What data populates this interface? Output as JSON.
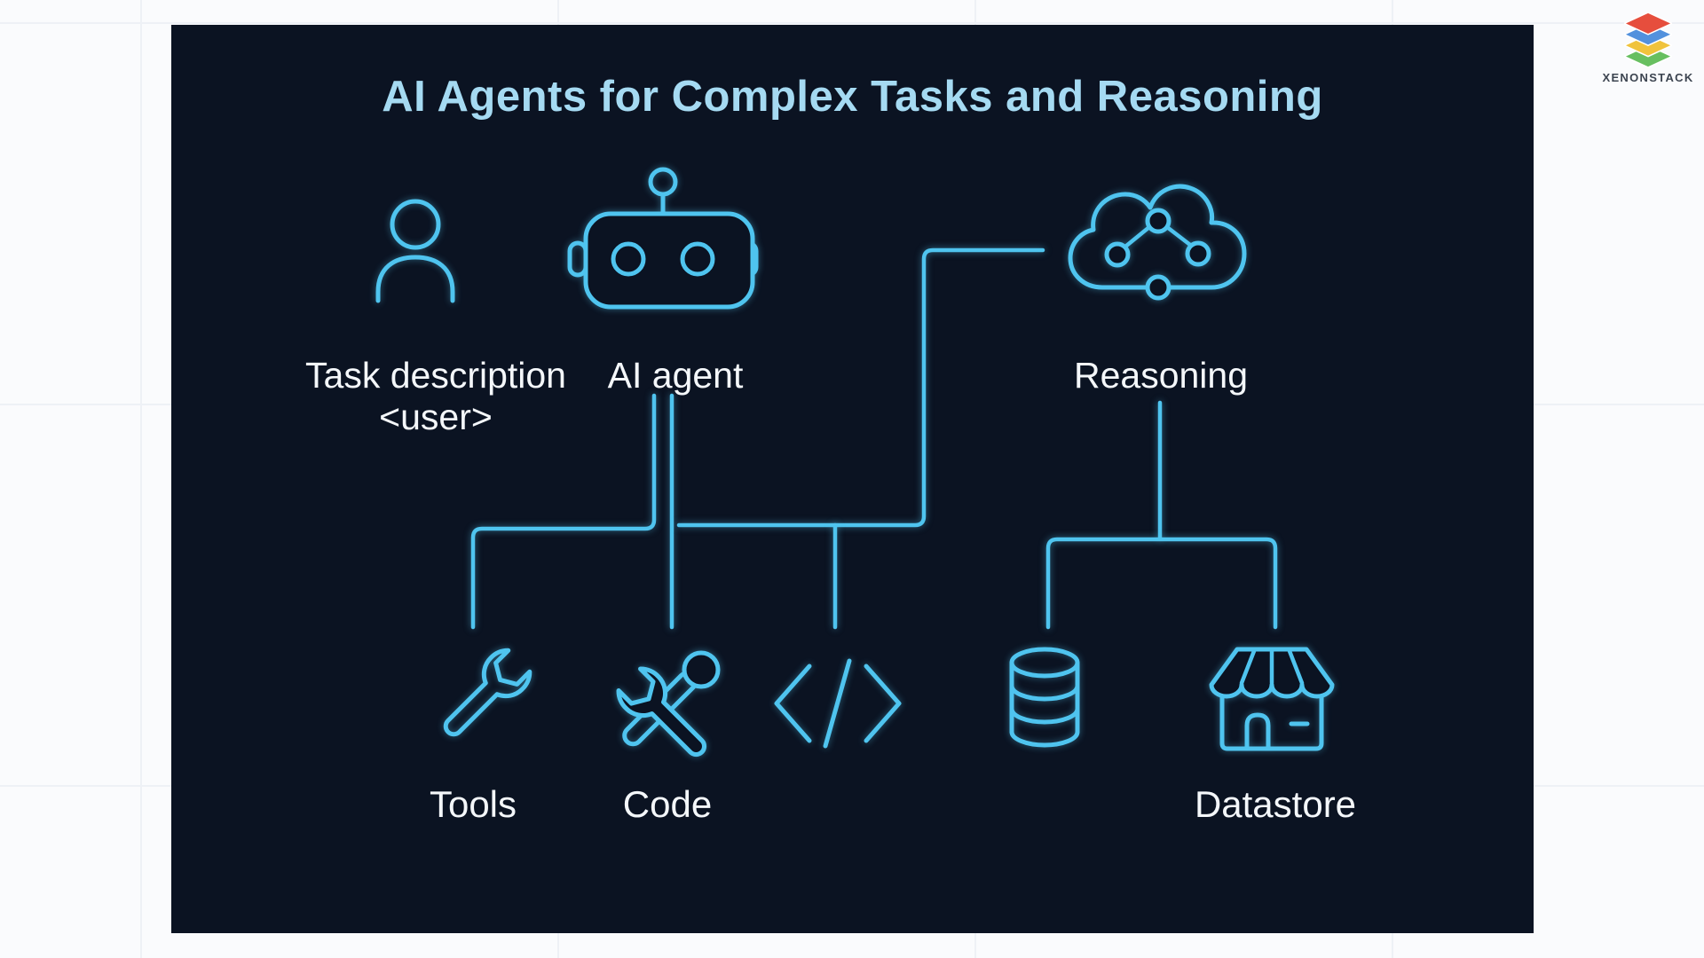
{
  "brand": {
    "name": "XENONSTACK"
  },
  "diagram": {
    "title": "AI Agents for Complex Tasks and Reasoning",
    "nodes": {
      "user": {
        "label": "Task description",
        "sublabel": "<user>",
        "icon": "person-icon"
      },
      "agent": {
        "label": "AI agent",
        "icon": "robot-icon"
      },
      "reasoning": {
        "label": "Reasoning",
        "icon": "cloud-network-icon"
      },
      "tools": {
        "label": "Tools",
        "icon": "wrench-icon"
      },
      "code": {
        "label": "Code",
        "icon": "crossed-tools-icon"
      },
      "snippet": {
        "icon": "code-brackets-icon"
      },
      "database": {
        "icon": "database-icon"
      },
      "datastore": {
        "label": "Datastore",
        "icon": "storefront-icon"
      }
    },
    "edges": [
      {
        "from": "agent",
        "to": "tools"
      },
      {
        "from": "agent",
        "to": "code"
      },
      {
        "from": "agent",
        "to": "reasoning"
      },
      {
        "from": "agent",
        "to": "snippet"
      },
      {
        "from": "reasoning",
        "to": "database"
      },
      {
        "from": "reasoning",
        "to": "datastore"
      }
    ],
    "colors": {
      "accent": "#4fc4ef",
      "panel_bg": "#0b1322",
      "title_color": "#a5daf2",
      "label_color": "#f4f7fa",
      "page_bg": "#fafbfd",
      "logo_layers": [
        "#e64e3d",
        "#5291dd",
        "#f0c33c",
        "#67bf60"
      ]
    }
  }
}
